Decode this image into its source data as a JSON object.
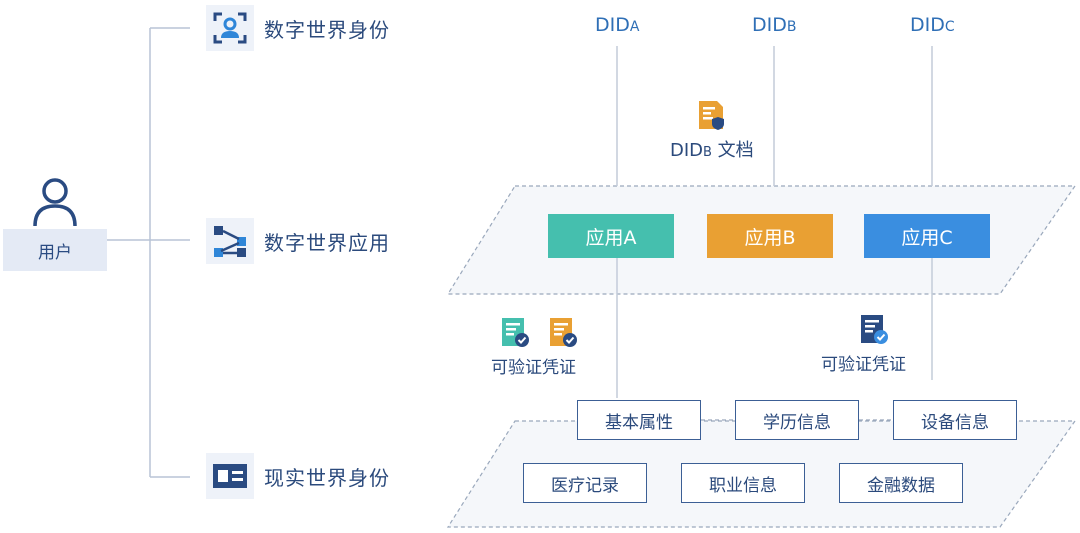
{
  "user": {
    "label": "用户",
    "icon": "user-icon"
  },
  "identity_layers": [
    {
      "label": "数字世界身份",
      "icon": "face-scan-icon"
    },
    {
      "label": "数字世界应用",
      "icon": "network-nodes-icon"
    },
    {
      "label": "现实世界身份",
      "icon": "id-card-icon"
    }
  ],
  "dids": [
    {
      "main": "DID",
      "sub": "A"
    },
    {
      "main": "DID",
      "sub": "B"
    },
    {
      "main": "DID",
      "sub": "C"
    }
  ],
  "did_document": {
    "main": "DID",
    "sub": "B",
    "suffix": " 文档",
    "icon": "document-shield-icon"
  },
  "apps": [
    {
      "label": "应用A",
      "color": "#45bfae"
    },
    {
      "label": "应用B",
      "color": "#e9a033"
    },
    {
      "label": "应用C",
      "color": "#3a8ee0"
    }
  ],
  "credentials": [
    {
      "label": "可验证凭证",
      "icons": [
        "verified-doc-icon-teal",
        "verified-doc-icon-orange"
      ]
    },
    {
      "label": "可验证凭证",
      "icons": [
        "verified-doc-icon-blue"
      ]
    }
  ],
  "data_items_row1": [
    "基本属性",
    "学历信息",
    "设备信息"
  ],
  "data_items_row2": [
    "医疗记录",
    "职业信息",
    "金融数据"
  ],
  "colors": {
    "primary": "#2b4a7c",
    "link": "#2f6fb6",
    "line": "#b8c4d6",
    "plane": "#f5f7fa"
  }
}
